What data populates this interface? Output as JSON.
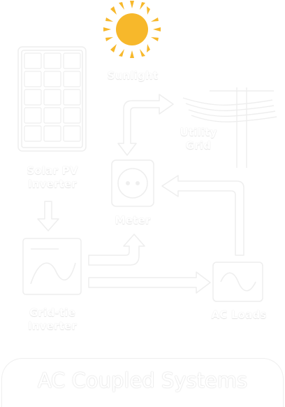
{
  "colors": {
    "background": "#ffffff",
    "line": "#eeeeee",
    "sun": "#f7b82b",
    "text": "#ffffff"
  },
  "nodes": {
    "sun": {
      "label": "Sunlight",
      "icon": "sun-icon"
    },
    "panel": {
      "label_line1": "Solar PV",
      "label_line2": "Inverter",
      "icon": "solar-panel-icon"
    },
    "grid": {
      "label_line1": "Utility",
      "label_line2": "Grid",
      "icon": "power-line-icon"
    },
    "meter": {
      "label": "Meter",
      "icon": "outlet-icon"
    },
    "inverter": {
      "label_line1": "Grid-tie",
      "label_line2": "Inverter",
      "icon": "inverter-icon"
    },
    "loads": {
      "label": "AC Loads",
      "icon": "sine-wave-icon"
    }
  },
  "footer": {
    "title": "AC Coupled Systems"
  }
}
